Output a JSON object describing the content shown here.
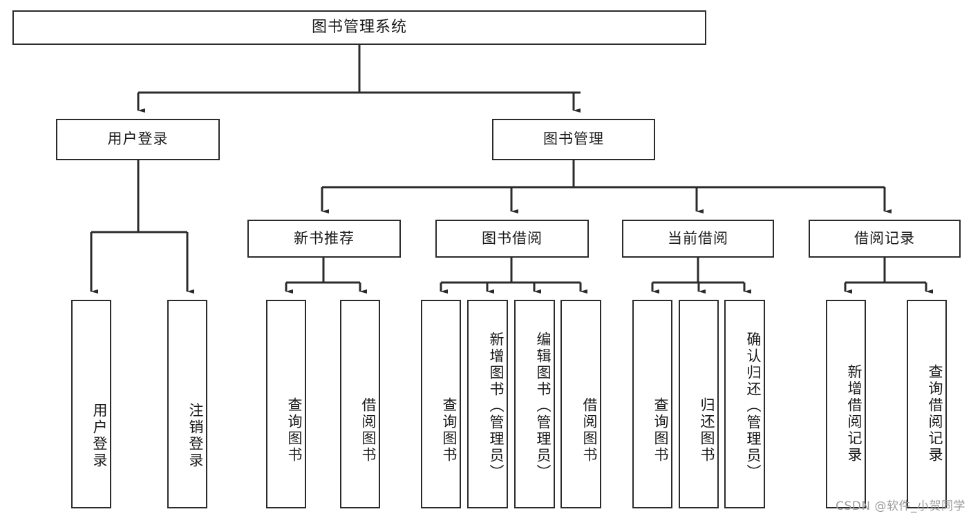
{
  "diagram": {
    "title": "图书管理系统",
    "watermark": "CSDN @软件_小贺同学",
    "colors": {
      "line": "#2b2b2b",
      "box_border": "#2b2b2b",
      "box_fill": "#ffffff",
      "text": "#1a1a1a",
      "watermark": "#9a9a9a",
      "background": "#ffffff"
    },
    "root": {
      "label": "图书管理系统"
    },
    "level2": [
      {
        "label": "用户登录"
      },
      {
        "label": "图书管理"
      }
    ],
    "level3": [
      {
        "label": "新书推荐"
      },
      {
        "label": "图书借阅"
      },
      {
        "label": "当前借阅"
      },
      {
        "label": "借阅记录"
      }
    ],
    "leaves": {
      "user_login": [
        {
          "label": "用户登录"
        },
        {
          "label": "注销登录"
        }
      ],
      "new_book_recommend": [
        {
          "label": "查询图书"
        },
        {
          "label": "借阅图书"
        }
      ],
      "book_borrow": [
        {
          "label": "查询图书"
        },
        {
          "label": "新增图书（管理员）"
        },
        {
          "label": "编辑图书（管理员）"
        },
        {
          "label": "借阅图书"
        }
      ],
      "current_borrow": [
        {
          "label": "查询图书"
        },
        {
          "label": "归还图书"
        },
        {
          "label": "确认归还（管理员）"
        }
      ],
      "borrow_record": [
        {
          "label": "新增借阅记录"
        },
        {
          "label": "查询借阅记录"
        }
      ]
    }
  }
}
